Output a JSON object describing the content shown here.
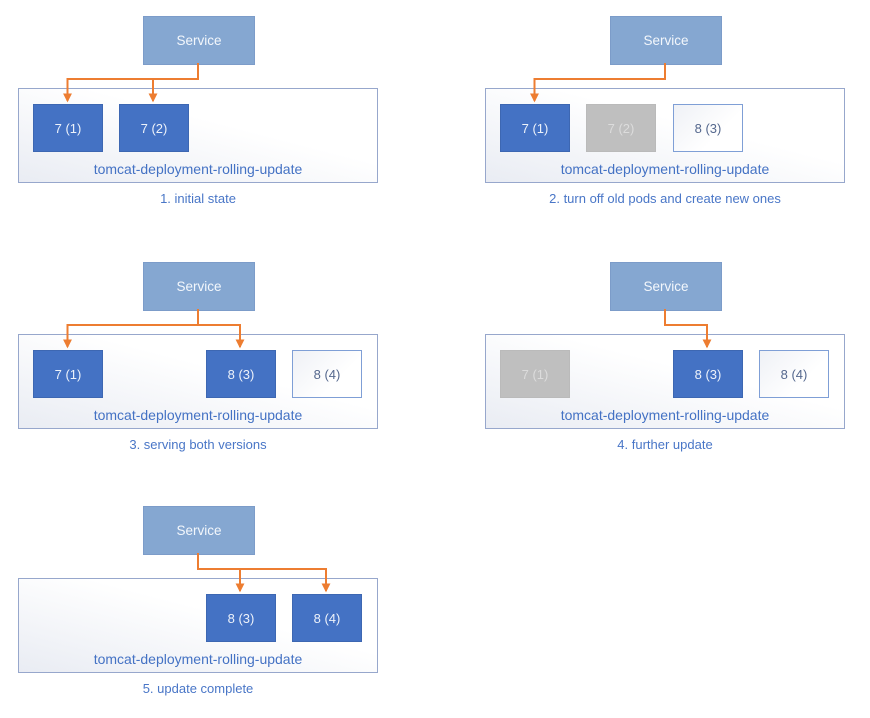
{
  "colors": {
    "accent_blue": "#4472C4",
    "caption_blue": "#4976C7",
    "service_fill": "#85A7D1",
    "service_border": "#7C9CC9",
    "pod_blue": "#4472C4",
    "pod_gray": "#BFBFBF",
    "pod_new_border": "#7F9FD6",
    "pod_new_text": "#55688E",
    "deployment_border": "#97A7CC",
    "connector_orange": "#ED7D31"
  },
  "panels": [
    {
      "caption": "1. initial state",
      "service_label": "Service",
      "deployment_label": "tomcat-deployment-rolling-update",
      "service_routes_to": [
        "7 (1)",
        "7 (2)"
      ],
      "pods": [
        {
          "label": "7 (1)",
          "state": "active"
        },
        {
          "label": "7 (2)",
          "state": "active"
        }
      ]
    },
    {
      "caption": "2. turn off old pods and create new ones",
      "service_label": "Service",
      "deployment_label": "tomcat-deployment-rolling-update",
      "service_routes_to": [
        "7 (1)"
      ],
      "pods": [
        {
          "label": "7 (1)",
          "state": "active"
        },
        {
          "label": "7 (2)",
          "state": "old"
        },
        {
          "label": "8 (3)",
          "state": "new"
        }
      ]
    },
    {
      "caption": "3. serving both versions",
      "service_label": "Service",
      "deployment_label": "tomcat-deployment-rolling-update",
      "service_routes_to": [
        "7 (1)",
        "8 (3)"
      ],
      "pods": [
        {
          "label": "7 (1)",
          "state": "active"
        },
        {
          "label": "8 (3)",
          "state": "active"
        },
        {
          "label": "8 (4)",
          "state": "new"
        }
      ]
    },
    {
      "caption": "4. further update",
      "service_label": "Service",
      "deployment_label": "tomcat-deployment-rolling-update",
      "service_routes_to": [
        "8 (3)"
      ],
      "pods": [
        {
          "label": "7 (1)",
          "state": "old"
        },
        {
          "label": "8 (3)",
          "state": "active"
        },
        {
          "label": "8 (4)",
          "state": "new"
        }
      ]
    },
    {
      "caption": "5. update complete",
      "service_label": "Service",
      "deployment_label": "tomcat-deployment-rolling-update",
      "service_routes_to": [
        "8 (3)",
        "8 (4)"
      ],
      "pods": [
        {
          "label": "8 (3)",
          "state": "active"
        },
        {
          "label": "8 (4)",
          "state": "active"
        }
      ]
    }
  ]
}
